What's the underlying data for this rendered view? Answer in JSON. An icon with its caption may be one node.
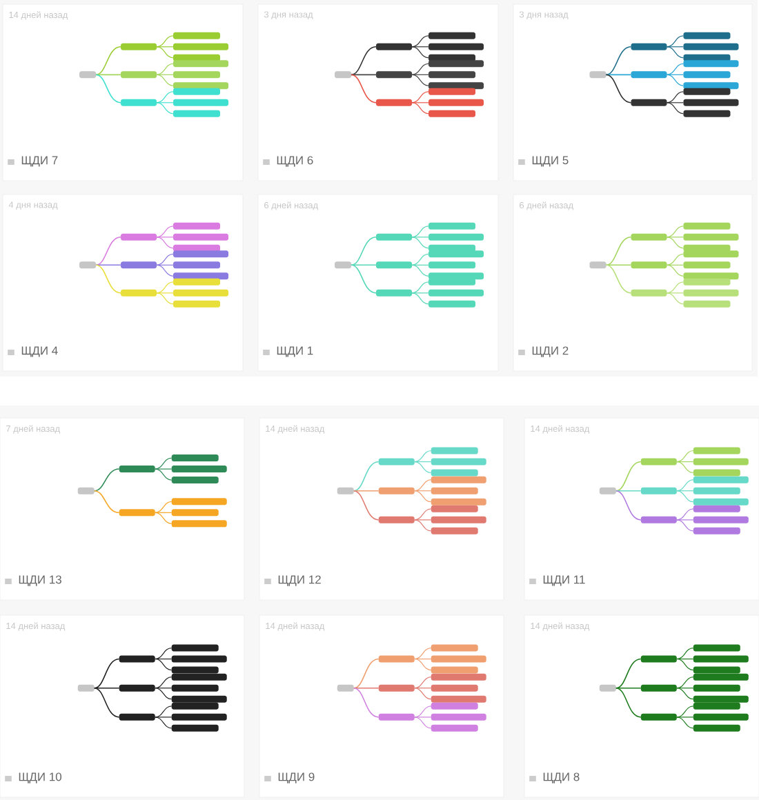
{
  "diagram": {
    "nodes": [
      {
        "text": [
          "14 дней назад",
          "ЩДИ 7"
        ]
      },
      {
        "text": [
          "3 дня назад",
          "ЩДИ 6"
        ]
      },
      {
        "text": [
          "3 дня назад",
          "ЩДИ 5"
        ]
      },
      {
        "text": [
          "4 дня назад",
          "ЩДИ 4"
        ]
      },
      {
        "text": [
          "6 дней назад",
          "ЩДИ 1"
        ]
      },
      {
        "text": [
          "6 дней назад",
          "ЩДИ 2"
        ]
      },
      {
        "text": [
          "7 дней назад",
          "ЩДИ 13"
        ]
      },
      {
        "text": [
          "14 дней назад",
          "ЩДИ 12"
        ]
      },
      {
        "text": [
          "14 дней назад",
          "ЩДИ 11"
        ]
      },
      {
        "text": [
          "14 дней назад",
          "ЩДИ 10"
        ]
      },
      {
        "text": [
          "14 дней назад",
          "ЩДИ 9"
        ]
      },
      {
        "text": [
          "14 дней назад",
          "ЩДИ 8"
        ]
      }
    ]
  }
}
